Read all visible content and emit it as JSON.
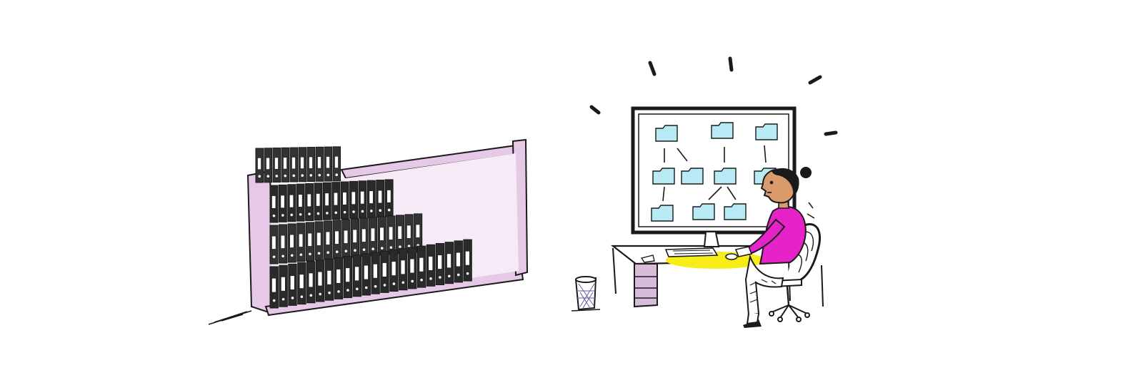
{
  "palette": {
    "background": "#ffffff",
    "ink": "#1a1a1a",
    "shelf_pink": "#e6c9e6",
    "screen_folder_blue": "#b7eaf4",
    "sweater_magenta": "#e623c8",
    "desk_lamp_yellow": "#f7ee17",
    "drawer_pink": "#d9bcd9"
  },
  "scene": {
    "left_object": "bookshelf-with-binders",
    "right_object": "person-at-computer-desk",
    "screen_content": "folder-tree-icons"
  },
  "shelf": {
    "binder_rows": [
      {
        "count": 10
      },
      {
        "count": 14
      },
      {
        "count": 17
      },
      {
        "count": 22
      }
    ]
  },
  "screen": {
    "folder_rows": [
      {
        "count": 3
      },
      {
        "count": 4
      },
      {
        "count": 3
      }
    ]
  }
}
